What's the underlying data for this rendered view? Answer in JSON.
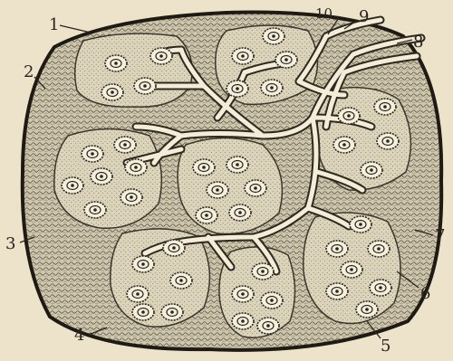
{
  "figure": {
    "labels": [
      "1",
      "2",
      "3",
      "4",
      "5",
      "6",
      "7",
      "8",
      "9",
      "10"
    ],
    "colors": {
      "background": "#ece3ca",
      "ink": "#2a241c",
      "tissue": "#cfc7ad",
      "lobule": "#dcd4ba",
      "vessel": "#f2ecd8"
    }
  }
}
